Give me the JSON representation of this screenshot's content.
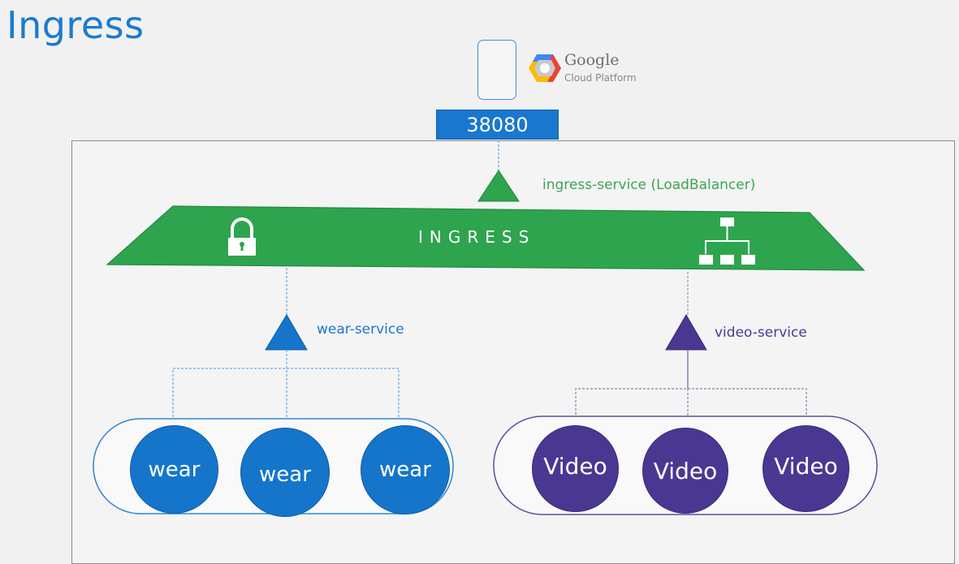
{
  "title": "Ingress",
  "cloud": {
    "provider_name": "Google",
    "provider_product": "Cloud Platform",
    "logo_icon": "google-cloud-hexagon-icon",
    "client_icon": "mobile-device-icon"
  },
  "port": "38080",
  "ingress_service": {
    "label": "ingress-service (LoadBalancer)",
    "color": "#3aa552"
  },
  "ingress": {
    "label": "INGRESS",
    "color": "#2ea44f",
    "left_icon": "lock-icon",
    "right_icon": "sitemap-hierarchy-icon"
  },
  "services": [
    {
      "label": "wear-service",
      "color": "#1a77cf",
      "pods": [
        "wear",
        "wear",
        "wear"
      ]
    },
    {
      "label": "video-service",
      "color": "#4a3a92",
      "pods": [
        "Video",
        "Video",
        "Video"
      ]
    }
  ]
}
